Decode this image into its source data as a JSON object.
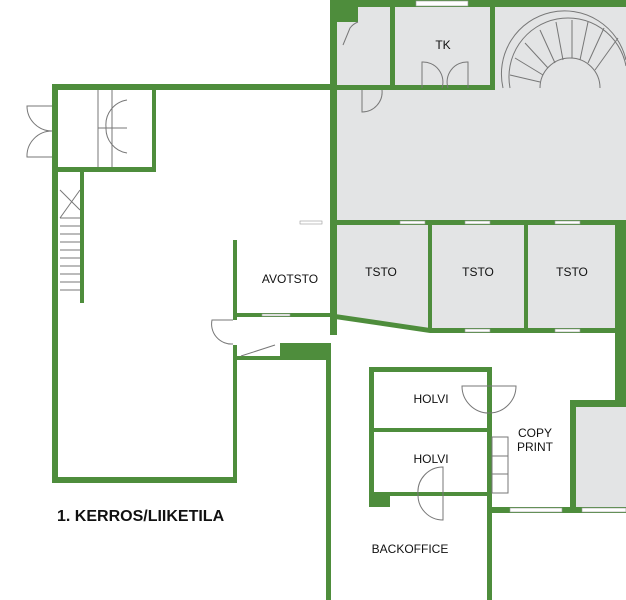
{
  "plan": {
    "title": "1. KERROS/LIIKETILA",
    "colors": {
      "wall": "#4e8d3c",
      "room_fill": "#e3e4e5"
    },
    "rooms": {
      "tk": "TK",
      "avotsto": "AVOTSTO",
      "tsto_1": "TSTO",
      "tsto_2": "TSTO",
      "tsto_3": "TSTO",
      "holvi_1": "HOLVI",
      "holvi_2": "HOLVI",
      "copy_print": "COPY\nPRINT",
      "copy": "COPY",
      "print": "PRINT",
      "backoffice": "BACKOFFICE"
    }
  }
}
